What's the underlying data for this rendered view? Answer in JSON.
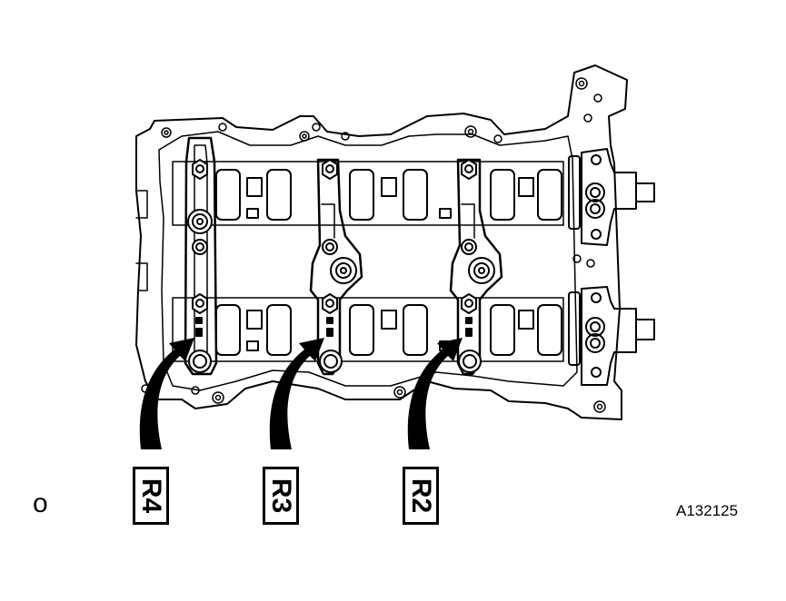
{
  "figure": {
    "id_label": "A132125",
    "corner_mark": "o"
  },
  "callouts": [
    {
      "label": "R4"
    },
    {
      "label": "R3"
    },
    {
      "label": "R2"
    }
  ]
}
